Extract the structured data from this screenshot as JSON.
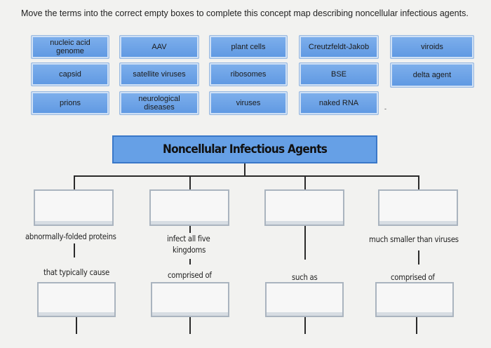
{
  "instructions": "Move the terms into the correct empty boxes to complete this concept map describing noncellular infectious agents.",
  "terms": {
    "nucleic_acid_genome": "nucleic acid genome",
    "aav": "AAV",
    "plant_cells": "plant cells",
    "creutzfeldt_jakob": "Creutzfeldt-Jakob",
    "viroids": "viroids",
    "capsid": "capsid",
    "satellite_viruses": "satellite viruses",
    "ribosomes": "ribosomes",
    "bse": "BSE",
    "delta_agent": "delta agent",
    "prions": "prions",
    "neurological_diseases": "neurological diseases",
    "viruses": "viruses",
    "naked_rna": "naked RNA"
  },
  "map": {
    "title": "Noncellular Infectious Agents",
    "labels": {
      "abnormally_folded": "abnormally-folded proteins",
      "that_typically_cause": "that typically cause",
      "infect_all_five_line1": "infect all five",
      "infect_all_five_line2": "kingdoms",
      "comprised_of_1": "comprised of",
      "such_as": "such as",
      "much_smaller": "much smaller than viruses",
      "comprised_of_2": "comprised of"
    }
  },
  "colors": {
    "term_fill": "#6aa4ea",
    "title_fill": "#66a0e6",
    "drop_border": "#aab4bf"
  }
}
